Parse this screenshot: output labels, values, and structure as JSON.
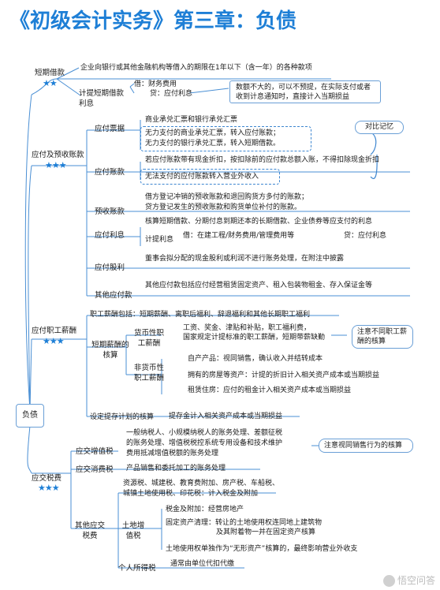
{
  "title": "《初级会计实务》第三章：负债",
  "center": "负债",
  "stars3": "★★★",
  "stars2": "★★",
  "short_loan": {
    "label": "短期借款",
    "desc": "企业向银行或其他金融机构等借入的期限在1年以下（含一年）的各种款项",
    "interest_label": "计提短期借款利息",
    "debit": "借：财务费用",
    "credit": "贷：应付利息",
    "note": "数额不大的，可以不预提，在实际支付或者收到计息通知时，直接计入当期损益"
  },
  "payables": {
    "label": "应付及预收账款",
    "notes_label": "应付票据",
    "notes_1": "商业承兑汇票和银行承兑汇票",
    "notes_2": "无力支付的商业承兑汇票，转入应付账款；",
    "notes_3": "无力支付的银行承兑汇票，转入短期借款。",
    "compare": "对比记忆",
    "ap_label": "应付账款",
    "ap_1": "若应付账款带有现金折扣，按扣除前的应付款总额入账，不得扣除现金折扣",
    "ap_2": "无法支付的应付账款转入营业外收入",
    "adv_label": "预收账款",
    "adv_1": "借方登记冲销的预收账款和退回购货方多付的账款；",
    "adv_2": "贷方登记发生的预收账款和购货单位补付的账款。",
    "int_label": "应付利息",
    "int_1": "核算短期借款、分期付息到期还本的长期借款、企业债券等应支付的利息",
    "int_sub": "计提利息",
    "int_2": "借：在建工程/财务费用/管理费用等",
    "int_3": "贷：应付利息",
    "div_label": "应付股利",
    "div_1": "董事会拟分配的现金股利或利润不进行账务处理，在附注中披露",
    "other_label": "其他应付款",
    "other_1": "其他应付款包括应付经营租赁固定资产、租入包装物租金、存入保证金等"
  },
  "payroll": {
    "label": "应付职工薪酬",
    "includes": "职工薪酬包括：短期薪酬、离职后福利、辞退福利和其他长期职工福利",
    "short_label": "短期薪酬的核算",
    "monetary_label": "货币性职工薪酬",
    "monetary_1": "工资、奖金、津贴和补贴，职工福利费，",
    "monetary_2": "国家规定计提标准的职工薪酬，短期带薪缺勤",
    "nonmonetary_label": "非货币性职工薪酬",
    "nm_1": "自产产品：视同销售，确认收入并结转成本",
    "nm_2": "拥有的房屋等资产：计提的折旧计入相关资产成本或当期损益",
    "nm_3": "租赁住房：应付的租金计入相关资产成本或当期损益",
    "note": "注意不同职工薪酬的核算",
    "plan_label": "设定提存计划的核算",
    "plan_1": "提存金计入相关资产成本或当期损益"
  },
  "taxes": {
    "label": "应交税费",
    "vat_label": "应交增值税",
    "vat_1": "一般纳税人、小规模纳税人的账务处理、差额征税",
    "vat_2": "的账务处理、增值税税控系统专用设备和技术维护",
    "vat_3": "费用抵减增值税额的账务处理",
    "vat_note": "注意视同销售行为的核算",
    "consumption_label": "应交消费税",
    "consumption_1": "产品销售和委托加工的账务处理",
    "other_label": "其他应交税费",
    "other_1": "资源税、城建税、教育费附加、房产税、车船税、",
    "other_2": "城镇土地使用税、印花税：计入税金及附加",
    "lat_label": "土地增值税",
    "lat_1": "税金及附加：经营房地产",
    "lat_2": "固定资产清理：转让的土地使用权连同地上建筑物",
    "lat_3": "及其附着物一并在固定资产核算",
    "lat_4": "土地使用权单独作为“无形资产”核算的，最终影响营业外收支",
    "iit_label": "个人所得税",
    "iit_1": "通常由单位代扣代缴"
  },
  "watermark": "悟空问答"
}
